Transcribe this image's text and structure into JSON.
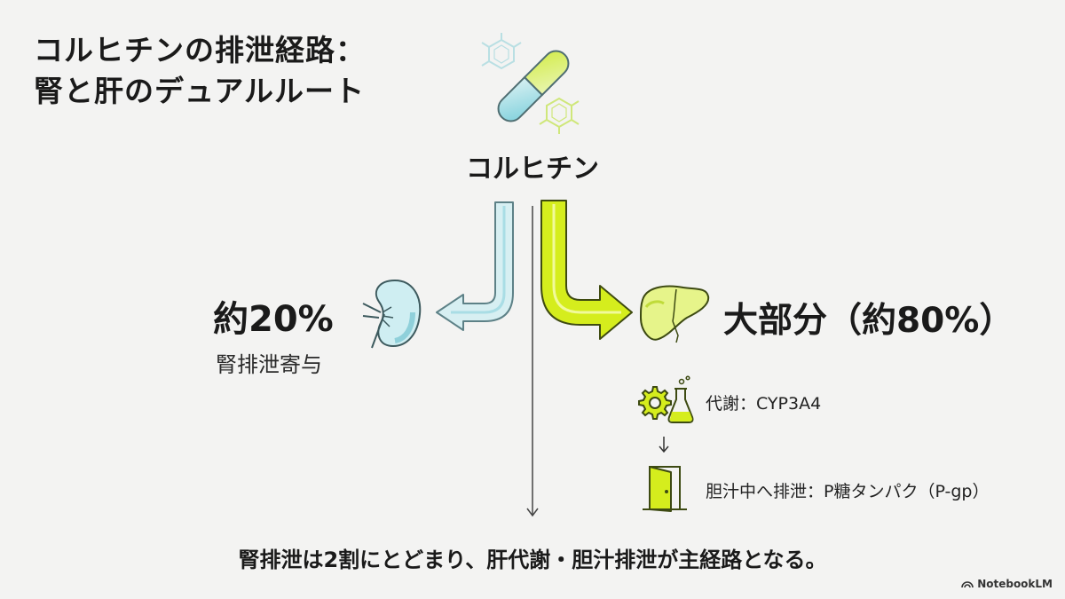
{
  "title": {
    "line1": "コルヒチンの排泄経路：",
    "line2": "腎と肝のデュアルルート"
  },
  "drug": {
    "name": "コルヒチン"
  },
  "renal": {
    "percent": "約20%",
    "label": "腎排泄寄与",
    "icon": "kidney-icon",
    "color": "#a9dde5"
  },
  "hepatic": {
    "percent": "大部分（約80%）",
    "icon": "liver-icon",
    "color": "#c8e612",
    "steps": [
      {
        "icon": "gear-flask-icon",
        "label": "代謝：CYP3A4"
      },
      {
        "icon": "door-icon",
        "label": "胆汁中へ排泄：P糖タンパク（P-gp）"
      }
    ]
  },
  "summary": "腎排泄は2割にとどまり、肝代謝・胆汁排泄が主経路となる。",
  "brand": {
    "name": "NotebookLM",
    "icon": "notebooklm-logo-icon"
  }
}
